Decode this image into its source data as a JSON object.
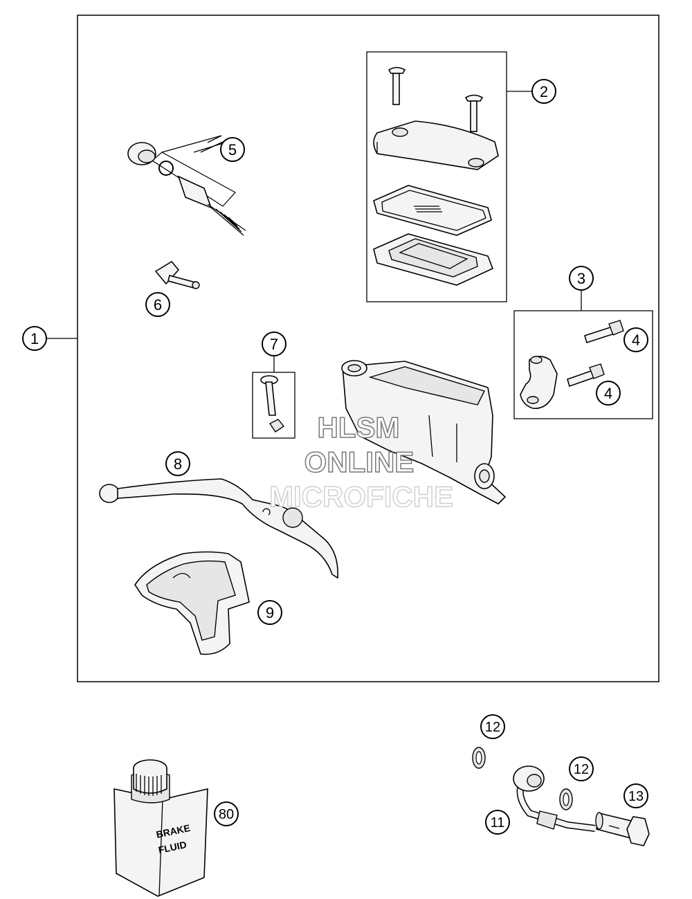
{
  "callouts": {
    "c1": "1",
    "c2": "2",
    "c3": "3",
    "c4a": "4",
    "c4b": "4",
    "c5": "5",
    "c6": "6",
    "c7": "7",
    "c8": "8",
    "c9": "9",
    "c11": "11",
    "c12a": "12",
    "c12b": "12",
    "c13": "13",
    "c80": "80"
  },
  "watermark": {
    "line1": "HLSM",
    "line2": "ONLINE",
    "line3": "MICROFICHE"
  },
  "fluid_label": {
    "line1": "BRAKE",
    "line2": "FLUID"
  }
}
